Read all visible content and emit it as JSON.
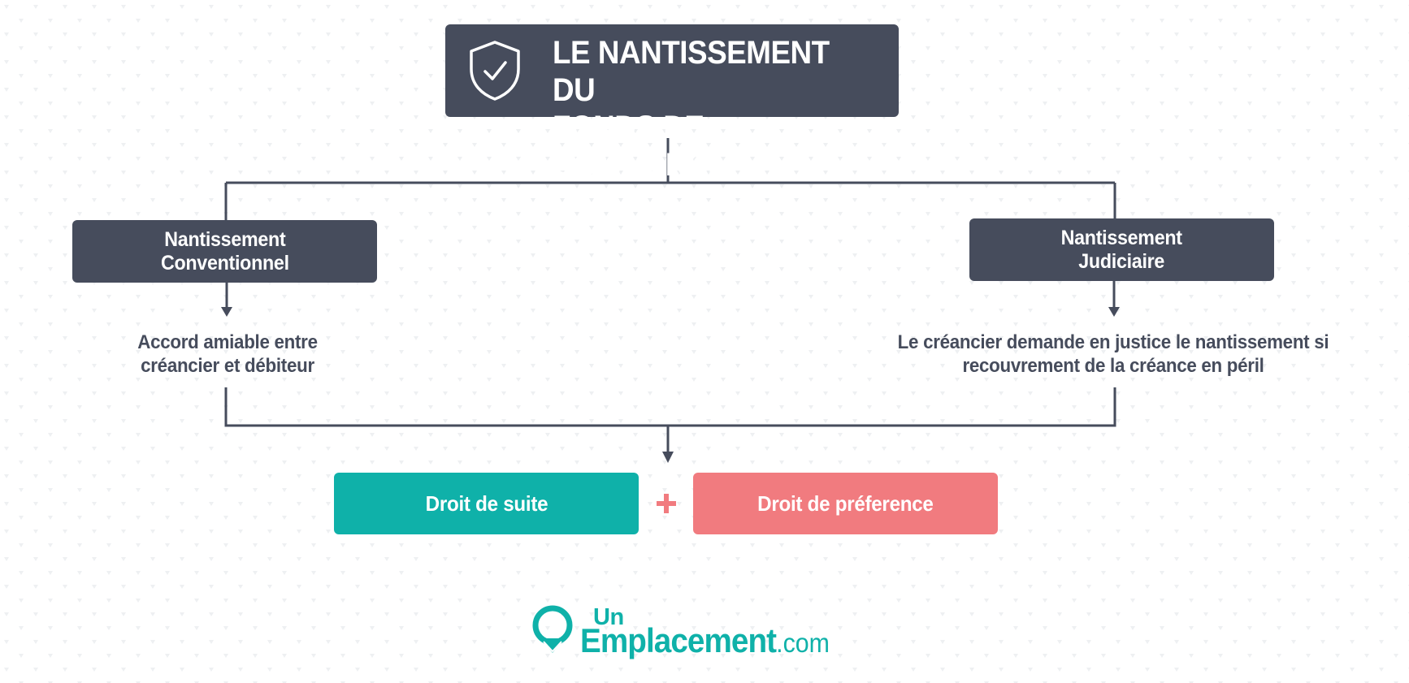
{
  "title": {
    "line1": "LE NANTISSEMENT DU",
    "line2": "FONDS DE COMMERCE",
    "icon": "shield-check-icon"
  },
  "branches": [
    {
      "label_line1": "Nantissement",
      "label_line2": "Conventionnel",
      "desc_line1": "Accord amiable entre",
      "desc_line2": "créancier et débiteur"
    },
    {
      "label_line1": "Nantissement",
      "label_line2": "Judiciaire",
      "desc_line1": "Le créancier demande en justice le nantissement si",
      "desc_line2": "recouvrement de la créance en péril"
    }
  ],
  "results": {
    "left_label": "Droit de suite",
    "right_label": "Droit de préference",
    "joiner": "+"
  },
  "logo": {
    "top": "Un",
    "main": "Emplacement",
    "suffix": ".com"
  },
  "colors": {
    "dark_box": "#464c5c",
    "teal": "#0fb1a9",
    "coral": "#f17b7f",
    "background": "#ffffff",
    "pattern": "#eef0f2"
  }
}
